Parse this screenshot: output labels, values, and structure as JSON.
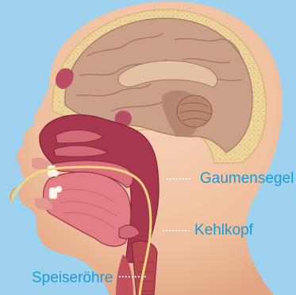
{
  "labels": {
    "gaumensegel": "Gaumensegel",
    "kehlkopf": "Kehlkopf",
    "speiseroehre": "Speiseröhre"
  },
  "colors": {
    "background": "#9fd2ef",
    "label_text": "#1a9ad6",
    "skin": "#f1c2a2",
    "skin_shade": "#dea382",
    "brain": "#c99a83",
    "skull": "#eacf94",
    "cavity": "#a7374e",
    "mucosa": "#e17d83",
    "tube": "#f2d680"
  }
}
